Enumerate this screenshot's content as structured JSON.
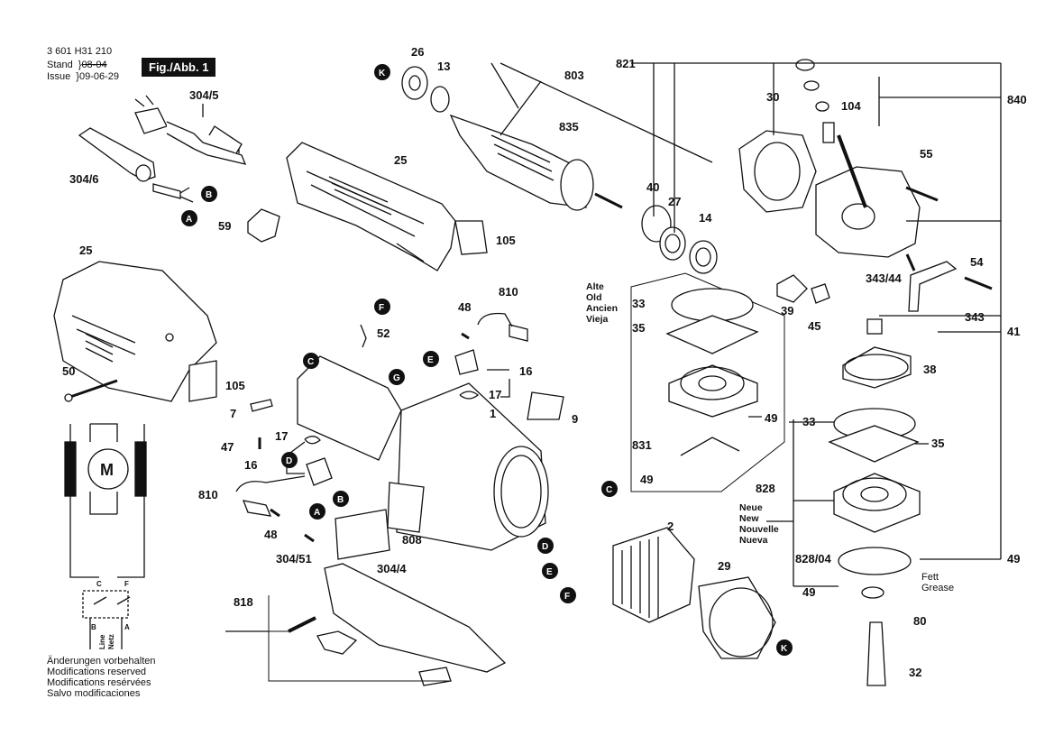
{
  "header": {
    "part_number": "3 601 H31 210",
    "stand_label": "Stand",
    "issue_label": "Issue",
    "stand_date": "08-04",
    "issue_date": "09-06-29",
    "figure": "Fig./Abb. 1"
  },
  "notes": [
    "Änderungen vorbehalten",
    "Modifications reserved",
    "Modifications resérvées",
    "Salvo modificaciones"
  ],
  "editions": {
    "old": [
      "Alte",
      "Old",
      "Ancien",
      "Vieja"
    ],
    "new": [
      "Neue",
      "New",
      "Nouvelle",
      "Nueva"
    ]
  },
  "grease": [
    "Fett",
    "Grease"
  ],
  "motor_label": "M",
  "schematic": {
    "C": "C",
    "F": "F",
    "B": "B",
    "A": "A",
    "line": "Line",
    "netz": "Netz"
  },
  "part_numbers": {
    "p26": "26",
    "p13": "13",
    "p803": "803",
    "p821": "821",
    "p30": "30",
    "p840": "840",
    "p104": "104",
    "p835": "835",
    "p304_5": "304/5",
    "p304_6": "304/6",
    "p25a": "25",
    "p59": "59",
    "p105a": "105",
    "p40": "40",
    "p27": "27",
    "p14": "14",
    "p55": "55",
    "p54": "54",
    "p343_44": "343/44",
    "p343": "343",
    "p39": "39",
    "p45": "45",
    "p41": "41",
    "p38": "38",
    "p25b": "25",
    "p50": "50",
    "p105b": "105",
    "p810a": "810",
    "p48a": "48",
    "p52": "52",
    "p16a": "16",
    "p17a": "17",
    "p1": "1",
    "p9": "9",
    "p7": "7",
    "p47": "47",
    "p17b": "17",
    "p16b": "16",
    "p810b": "810",
    "p48b": "48",
    "p304_51": "304/51",
    "p304_4": "304/4",
    "p808": "808",
    "p818": "818",
    "p2": "2",
    "p29": "29",
    "p33a": "33",
    "p35a": "35",
    "p49a": "49",
    "p831": "831",
    "p49b": "49",
    "p33b": "33",
    "p35b": "35",
    "p828": "828",
    "p828_04": "828/04",
    "p49c": "49",
    "p49d": "49",
    "p80": "80",
    "p32": "32"
  },
  "connectors": {
    "K": "K",
    "A": "A",
    "B": "B",
    "C": "C",
    "D": "D",
    "E": "E",
    "F": "F",
    "G": "G"
  }
}
